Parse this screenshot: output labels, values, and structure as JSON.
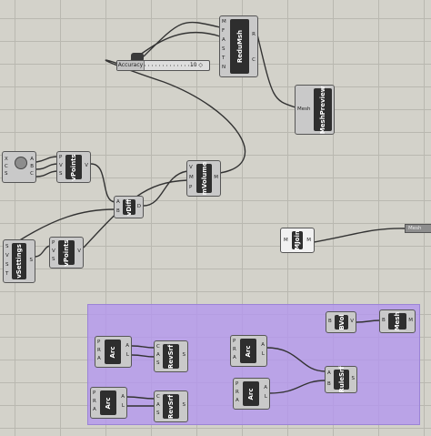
{
  "components": {
    "redumsh": {
      "title": "ReduMsh",
      "inputs": [
        "M",
        "F",
        "A",
        "S",
        "T",
        "N"
      ],
      "outputs": [
        "R",
        "C"
      ]
    },
    "meshpreview": {
      "title": "MeshPreview",
      "inputs": [
        "Mesh"
      ]
    },
    "vpoints_top": {
      "title": "vPoints",
      "inputs": [
        "P",
        "V",
        "S"
      ],
      "outputs": [
        "V"
      ]
    },
    "mvolume": {
      "title": "mVolume",
      "inputs": [
        "V",
        "M",
        "P"
      ],
      "outputs": [
        "M"
      ]
    },
    "vdiff": {
      "title": "vDiff",
      "inputs": [
        "A",
        "B"
      ],
      "outputs": [
        "D"
      ]
    },
    "vsettings": {
      "title": "vSettings",
      "inputs": [
        "S",
        "V",
        "S",
        "T"
      ],
      "outputs": [
        "S"
      ]
    },
    "vpoints_low": {
      "title": "vPoints",
      "inputs": [
        "P",
        "V",
        "S"
      ],
      "outputs": [
        "V"
      ]
    },
    "mjoin": {
      "title": "MJoin",
      "inputs": [
        "M"
      ],
      "outputs": [
        "M"
      ]
    },
    "source": {
      "inputs": [
        "X",
        "C",
        "S"
      ],
      "outputs": [
        "A",
        "B",
        "C"
      ]
    },
    "bvol": {
      "title": "BVol",
      "inputs": [
        "B"
      ],
      "outputs": [
        "V"
      ]
    },
    "mesh": {
      "title": "Mesh",
      "inputs": [
        "B"
      ],
      "outputs": [
        "M"
      ]
    },
    "arc1": {
      "title": "Arc",
      "inputs": [
        "P",
        "R",
        "A"
      ],
      "outputs": [
        "A",
        "L"
      ]
    },
    "revsrf1": {
      "title": "RevSrf",
      "inputs": [
        "C",
        "A",
        "S"
      ],
      "outputs": [
        "S"
      ]
    },
    "arc2": {
      "title": "Arc",
      "inputs": [
        "P",
        "R",
        "A"
      ],
      "outputs": [
        "A",
        "L"
      ]
    },
    "revsrf2": {
      "title": "RevSrf",
      "inputs": [
        "C",
        "A",
        "S"
      ],
      "outputs": [
        "S"
      ]
    },
    "arc3": {
      "title": "Arc",
      "inputs": [
        "P",
        "R",
        "A"
      ],
      "outputs": [
        "A",
        "L"
      ]
    },
    "arc4": {
      "title": "Arc",
      "inputs": [
        "P",
        "R",
        "A"
      ],
      "outputs": [
        "A",
        "L"
      ]
    },
    "rulesrf": {
      "title": "RuleSrf",
      "inputs": [
        "A",
        "B"
      ],
      "outputs": [
        "S"
      ]
    }
  },
  "slider": {
    "label": "Accuracy",
    "value": "10 ◇"
  },
  "tag": "Mesh"
}
